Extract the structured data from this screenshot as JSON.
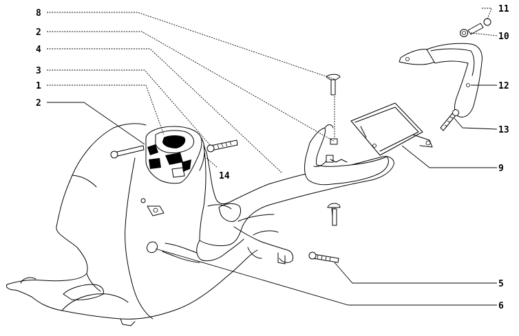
{
  "callouts": {
    "c8": "8",
    "c2a": "2",
    "c4": "4",
    "c3": "3",
    "c1": "1",
    "c2b": "2",
    "c14": "14",
    "c11": "11",
    "c10": "10",
    "c12": "12",
    "c13": "13",
    "c9": "9",
    "c5": "5",
    "c6": "6"
  }
}
